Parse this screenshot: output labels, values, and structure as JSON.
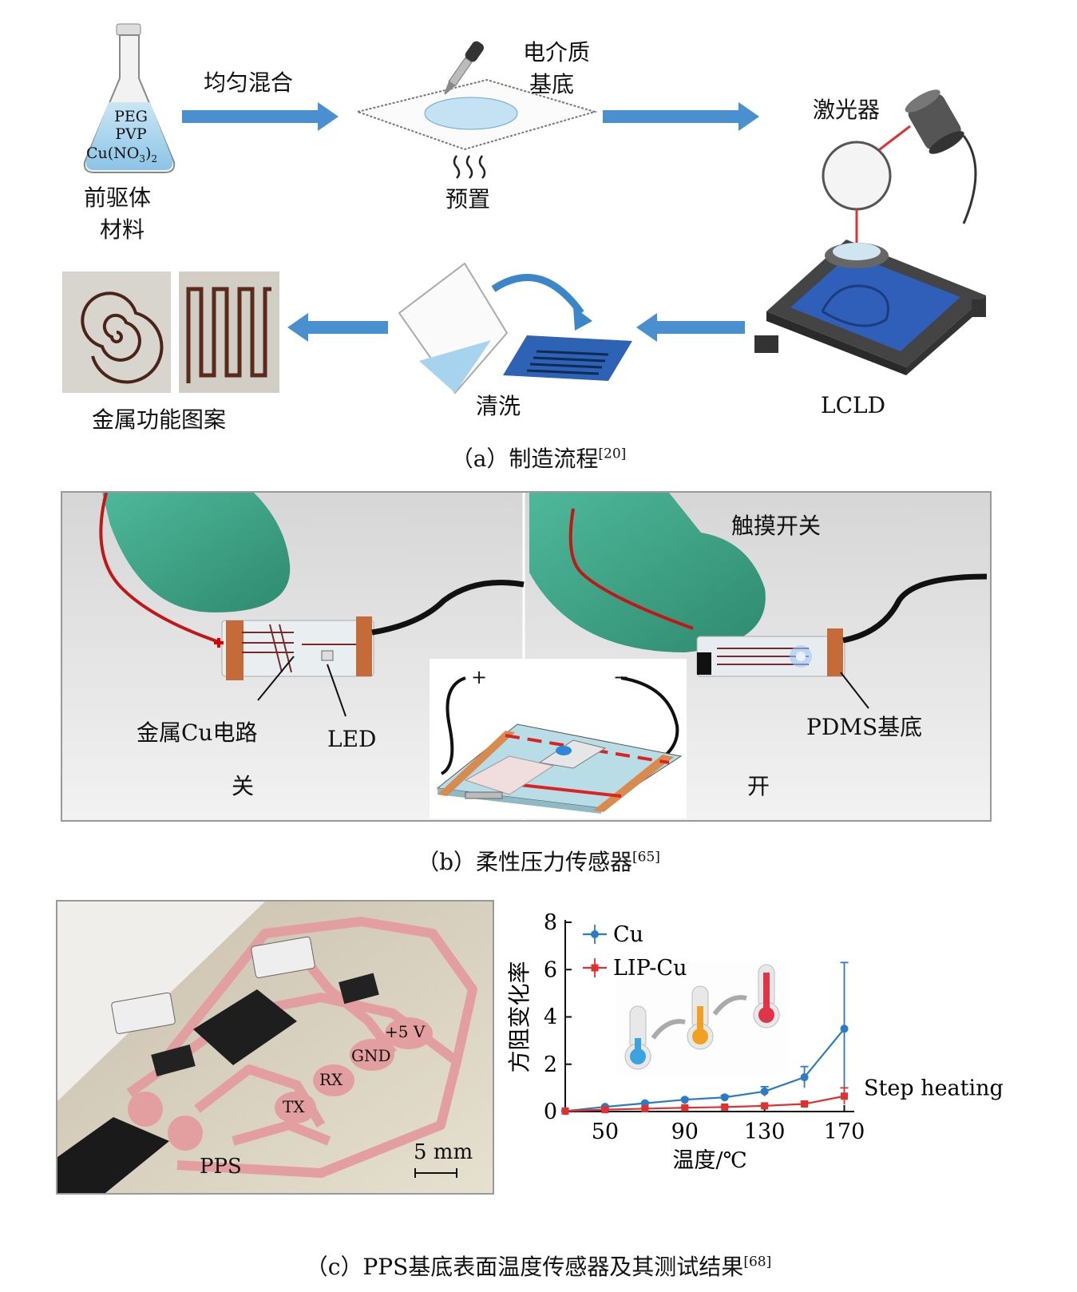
{
  "panel_a": {
    "flask_lines": [
      "PEG",
      "PVP",
      "Cu(NO",
      "3",
      ")",
      "2"
    ],
    "label_mix": "均匀混合",
    "label_precursor_1": "前驱体",
    "label_precursor_2": "材料",
    "label_dielectric_1": "电介质",
    "label_dielectric_2": "基底",
    "label_preset": "预置",
    "label_laser": "激光器",
    "label_lcld": "LCLD",
    "label_clean": "清洗",
    "label_pattern": "金属功能图案",
    "caption": "（a）制造流程",
    "caption_ref": "[20]"
  },
  "panel_b": {
    "label_touch": "触摸开关",
    "label_cu_circuit": "金属Cu电路",
    "label_led": "LED",
    "label_pdms": "PDMS基底",
    "label_off": "关",
    "label_on": "开",
    "schematic_plus": "+",
    "schematic_minus": "−",
    "caption": "（b）柔性压力传感器",
    "caption_ref": "[65]"
  },
  "panel_c": {
    "pads": [
      "+5 V",
      "GND",
      "RX",
      "TX"
    ],
    "label_pps": "PPS",
    "scale_bar": "5 mm",
    "caption": "（c）PPS基底表面温度传感器及其测试结果",
    "caption_ref": "[68]"
  },
  "colors": {
    "arrow_blue": "#4a8fcf",
    "cu_series": "#2a7bc4",
    "lip_series": "#e03030",
    "trace_pink": "#e8a5a5"
  },
  "chart_data": {
    "type": "line",
    "xlabel": "温度/℃",
    "ylabel": "方阻变化率",
    "xlim": [
      30,
      175
    ],
    "ylim": [
      0,
      8
    ],
    "xticks": [
      50,
      90,
      130,
      170
    ],
    "yticks": [
      0,
      2,
      4,
      6,
      8
    ],
    "annotation": "Step heating",
    "legend_position": "top-left",
    "series": [
      {
        "name": "Cu",
        "color": "#2a7bc4",
        "x": [
          30,
          50,
          70,
          90,
          110,
          130,
          150,
          170
        ],
        "y": [
          0.02,
          0.2,
          0.35,
          0.5,
          0.6,
          0.85,
          1.45,
          3.5
        ],
        "err": [
          0.02,
          0.04,
          0.05,
          0.06,
          0.08,
          0.2,
          0.45,
          2.8
        ]
      },
      {
        "name": "LIP-Cu",
        "color": "#e03030",
        "x": [
          30,
          50,
          70,
          90,
          110,
          130,
          150,
          170
        ],
        "y": [
          0.02,
          0.08,
          0.12,
          0.16,
          0.19,
          0.24,
          0.32,
          0.65
        ],
        "err": [
          0.02,
          0.03,
          0.03,
          0.03,
          0.04,
          0.04,
          0.1,
          0.35
        ]
      }
    ]
  }
}
